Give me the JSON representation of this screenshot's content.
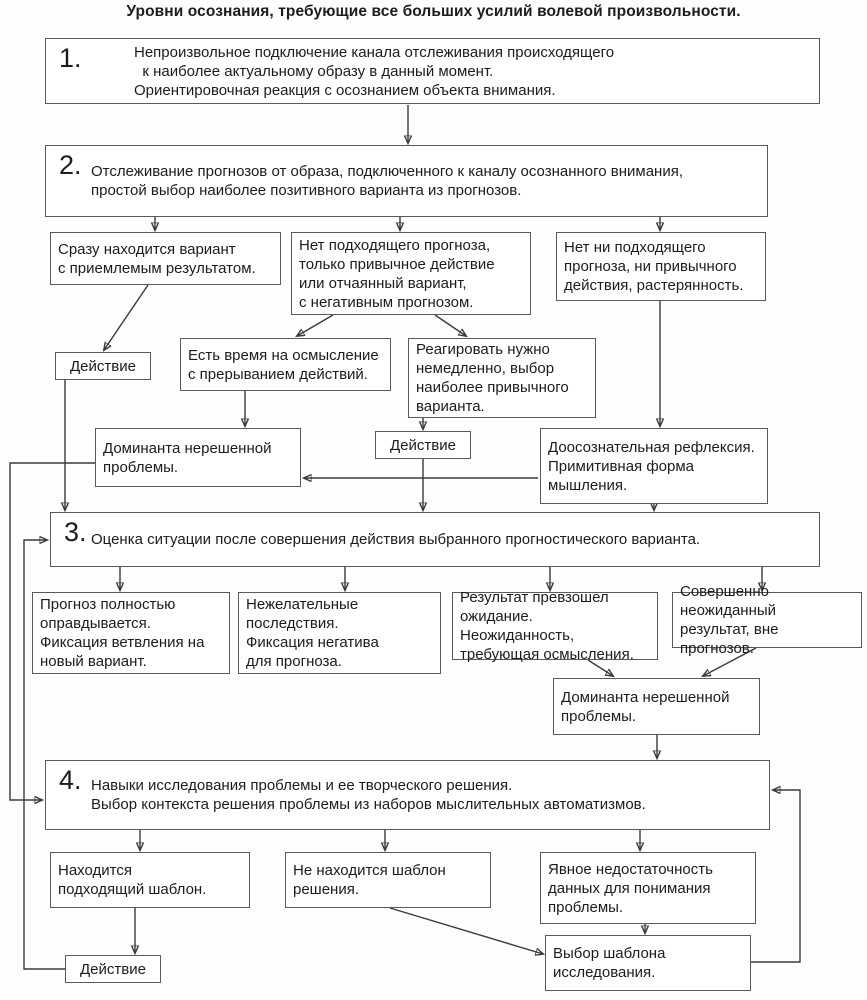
{
  "title": "Уровни осознания, требующие все больших усилий волевой произвольности.",
  "levels": {
    "l1": {
      "num": "1.",
      "text": "Непроизвольное подключение канала отслеживания происходящего\n  к наиболее актуальному образу в данный момент.\nОриентировочная реакция с осознанием объекта внимания."
    },
    "l2": {
      "num": "2.",
      "text": "Отслеживание прогнозов от образа, подключенного к каналу осознанного внимания,\nпростой выбор наиболее позитивного варианта из прогнозов."
    },
    "l3": {
      "num": "3.",
      "text": "Оценка ситуации после совершения действия выбранного прогностического варианта."
    },
    "l4": {
      "num": "4.",
      "text": "Навыки исследования проблемы и ее творческого решения.\nВыбор контекста решения проблемы из наборов мыслительных автоматизмов."
    }
  },
  "nodes": {
    "variant_found": "Сразу находится вариант\nс приемлемым результатом.",
    "no_suitable_forecast": "Нет подходящего прогноза,\nтолько привычное действие\nили отчаянный вариант,\nс негативным прогнозом.",
    "no_forecast_no_habit": "Нет ни подходящего\nпрогноза, ни привычного\nдействия, растерянность.",
    "action_1": "Действие",
    "time_to_reflect": "Есть время на осмысление\nс прерыванием действий.",
    "react_immediately": "Реагировать нужно\nнемедленно, выбор\nнаиболее привычного\nварианта.",
    "dominant_1": "Доминанта нерешенной\nпроблемы.",
    "action_2": "Действие",
    "preconscious_reflection": "Доосознательная рефлексия.\nПримитивная форма\nмышления.",
    "forecast_confirmed": "Прогноз полностью\nоправдывается.\nФиксация ветвления на\nновый вариант.",
    "undesirable_consequences": "Нежелательные\nпоследствия.\nФиксация негатива\nдля прогноза.",
    "result_exceeded": "Результат превзошел\nожидание. Неожиданность,\nтребующая осмысления.",
    "unexpected_result": "Совершенно неожиданный\nрезультат, вне прогнозов.",
    "dominant_2": "Доминанта нерешенной\nпроблемы.",
    "template_found": "Находится\nподходящий шаблон.",
    "template_not_found": "Не находится шаблон\nрешения.",
    "insufficient_data": "Явное недостаточность\nданных для понимания\nпроблемы.",
    "research_template_choice": "Выбор шаблона\nисследования.",
    "action_3": "Действие"
  },
  "colors": {
    "border": "#5a5a5a",
    "text": "#1c1c1c",
    "line": "#3a3a3a",
    "background": "#ffffff"
  }
}
